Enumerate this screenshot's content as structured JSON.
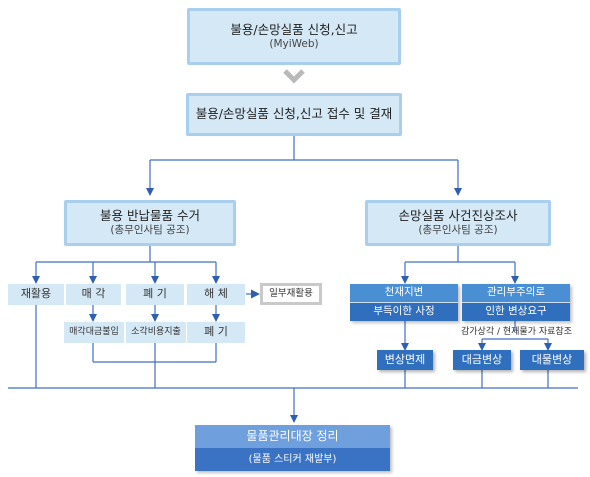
{
  "step1": {
    "title": "불용/손망실품 신청,신고",
    "subtitle": "(MyiWeb)"
  },
  "step2": {
    "title": "불용/손망실품 신청,신고 접수 및 결재"
  },
  "left_branch": {
    "title": "불용 반납물품 수거",
    "subtitle": "(총무인사팀 공조)",
    "options": [
      "재활용",
      "매 각",
      "폐 기",
      "해 체"
    ],
    "partial_label": "일부재활용",
    "sub_steps": [
      "매각대금불입",
      "소각비용지출",
      "폐 기"
    ]
  },
  "right_branch": {
    "title": "손망실품 사건진상조사",
    "subtitle": "(총무인사팀 공조)",
    "cause_1": {
      "line1": "천재지변",
      "line2": "부득이한 사정"
    },
    "cause_2": {
      "line1": "관리부주의로",
      "line2": "인한 변상요구"
    },
    "note": "감가상각 / 현재물가 자료참조",
    "result_1": "변상면제",
    "result_2": "대금변상",
    "result_3": "대물변상"
  },
  "final": {
    "title": "물품관리대장 정리",
    "subtitle": "(물품 스티커 재발부)"
  },
  "colors": {
    "arrow": "#2e5fb3",
    "line": "#3f6fc4",
    "chevron": "#b9b9b9"
  }
}
